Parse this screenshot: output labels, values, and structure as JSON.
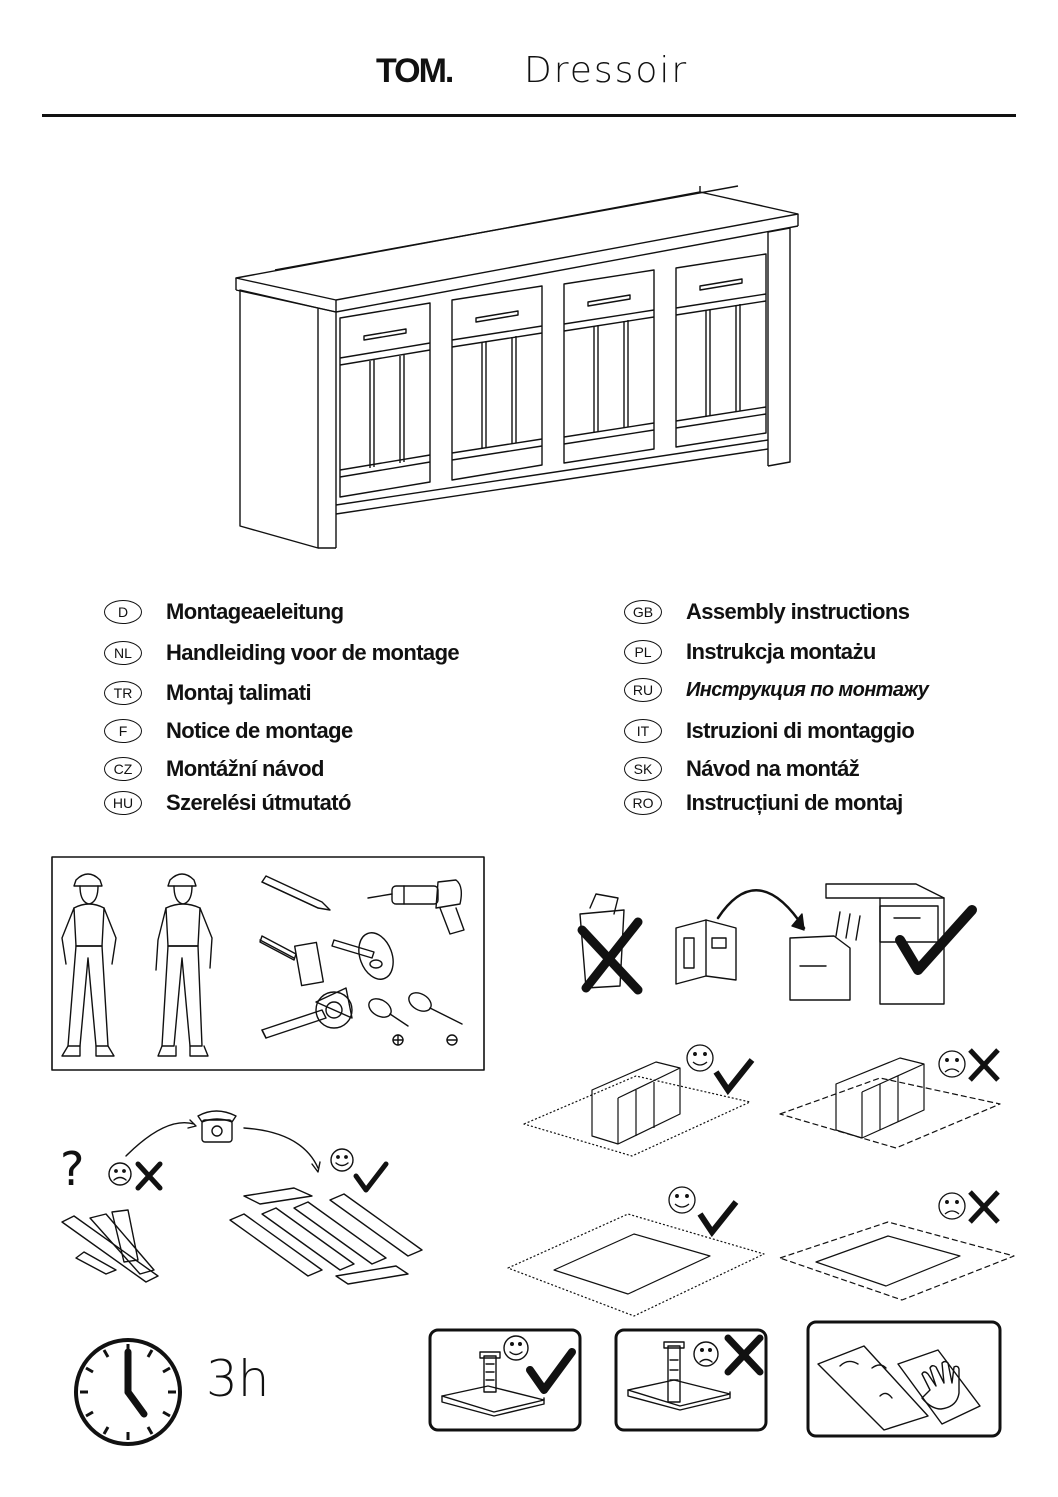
{
  "header": {
    "brand": "TOM.",
    "product": "Dressoir"
  },
  "languages": [
    {
      "code": "D",
      "label": "Montageaeleitung"
    },
    {
      "code": "NL",
      "label": "Handleiding voor de montage"
    },
    {
      "code": "TR",
      "label": "Montaj talimati"
    },
    {
      "code": "F",
      "label": "Notice de montage"
    },
    {
      "code": "CZ",
      "label": "Montážní návod"
    },
    {
      "code": "HU",
      "label": "Szerelési útmutató"
    },
    {
      "code": "GB",
      "label": "Assembly instructions"
    },
    {
      "code": "PL",
      "label": "Instrukcja montażu"
    },
    {
      "code": "RU",
      "label": "Инструкция по монтажу"
    },
    {
      "code": "IT",
      "label": "Istruzioni di montaggio"
    },
    {
      "code": "SK",
      "label": "Návod na montáž"
    },
    {
      "code": "RO",
      "label": "Instrucțiuni de montaj"
    }
  ],
  "assembly": {
    "duration": "3h",
    "unknown_mark": "?"
  },
  "icons": [
    "sideboard-illustration",
    "worker-icon",
    "pencil-icon",
    "drill-icon",
    "hammer-icon",
    "mallet-icon",
    "tape-measure-icon",
    "screwdriver-icon",
    "trash-bin-icon",
    "manual-icon",
    "filing-cabinet-icon",
    "check-icon",
    "cross-icon",
    "smiley-happy-icon",
    "smiley-sad-icon",
    "telephone-icon",
    "clock-icon",
    "gloves-icon"
  ]
}
